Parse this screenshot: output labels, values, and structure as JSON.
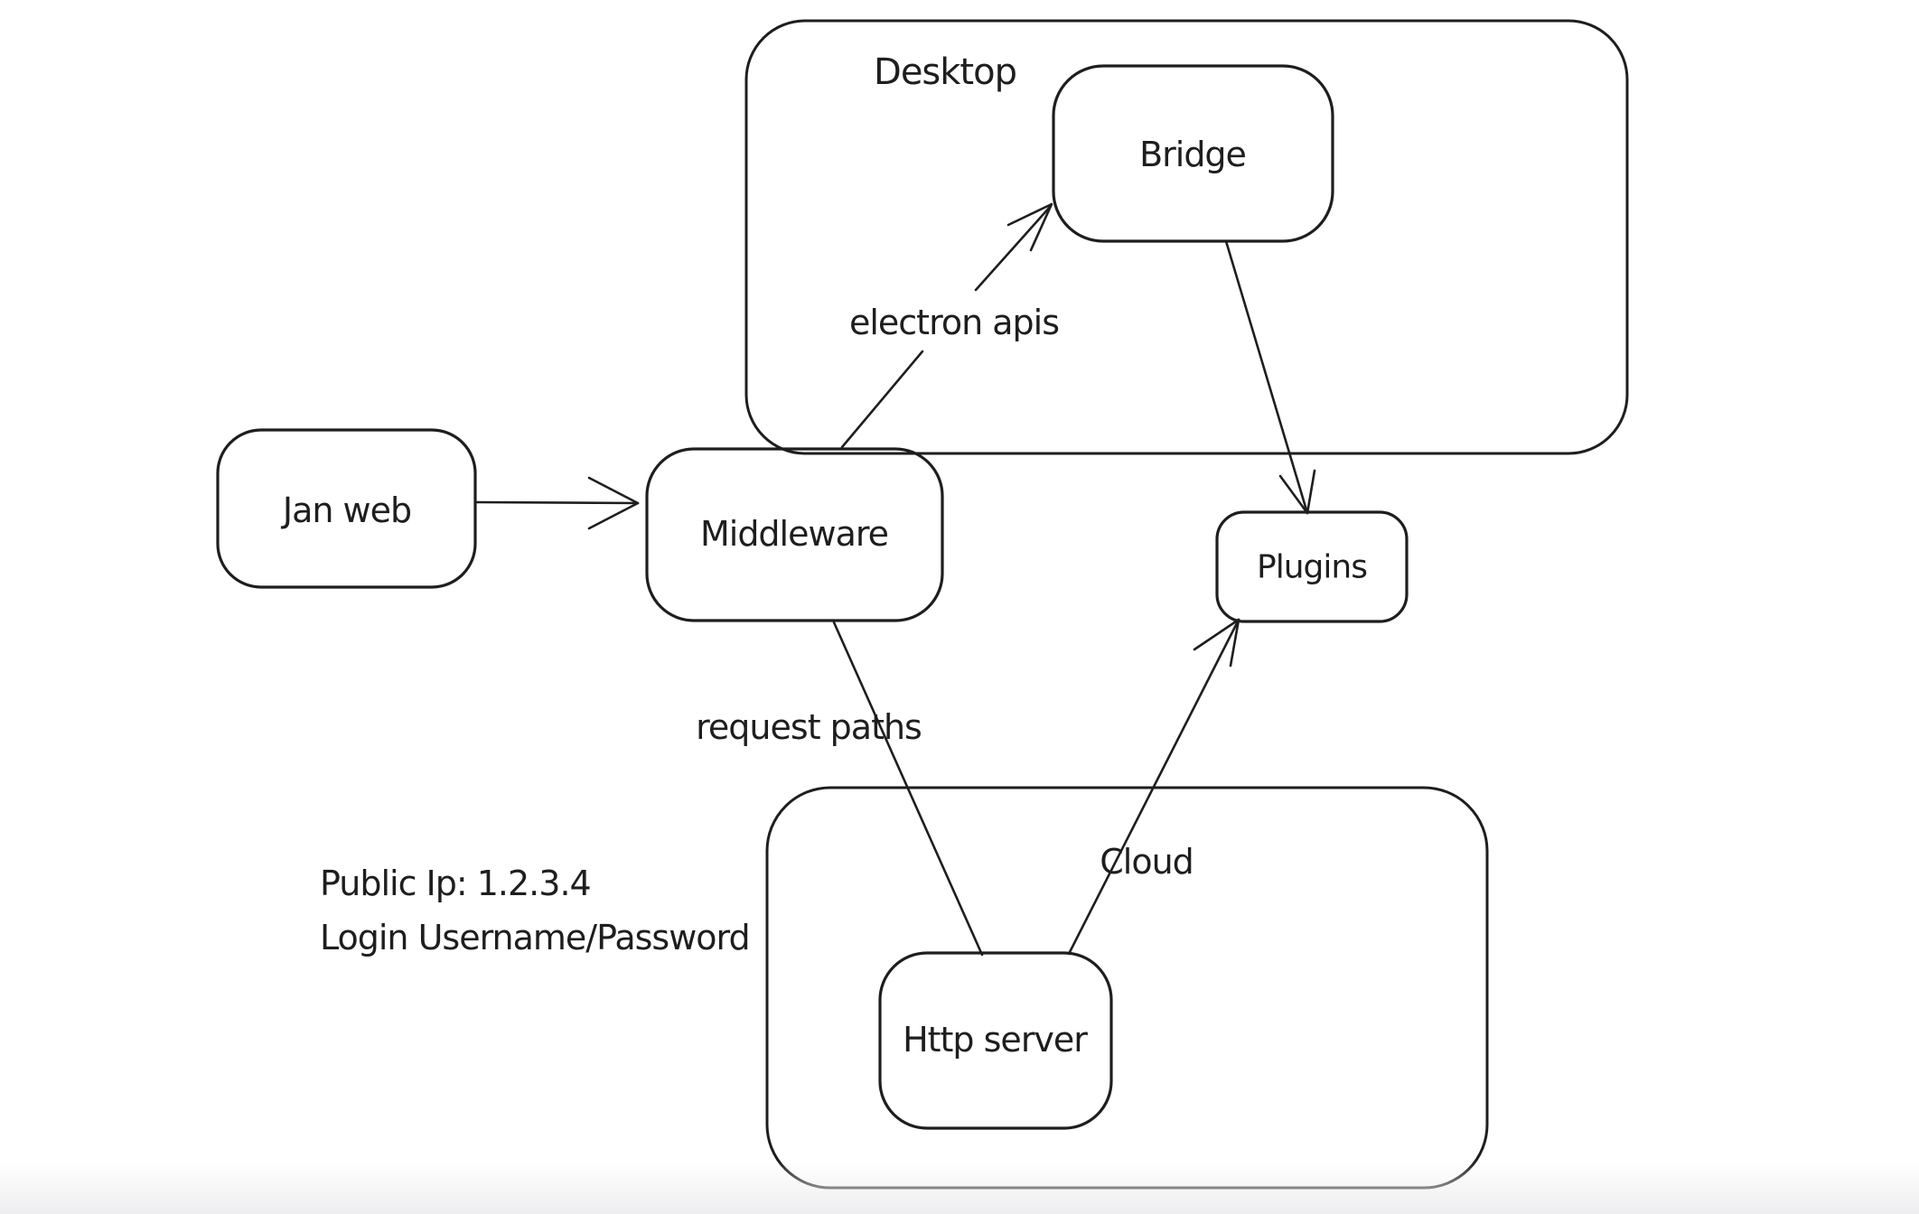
{
  "canvas": {
    "background_color": "#ffffff",
    "stroke_color": "#1e1e1e",
    "fade_color": "#eeeef0"
  },
  "nodes": {
    "desktop": {
      "label": "Desktop",
      "type": "container"
    },
    "cloud": {
      "label": "Cloud",
      "type": "container"
    },
    "jan_web": {
      "label": "Jan web",
      "type": "box"
    },
    "middleware": {
      "label": "Middleware",
      "type": "box"
    },
    "bridge": {
      "label": "Bridge",
      "type": "box"
    },
    "plugins": {
      "label": "Plugins",
      "type": "box"
    },
    "http_server": {
      "label": "Http server",
      "type": "box"
    }
  },
  "edges": {
    "jan_web_to_middleware": {
      "from": "jan_web",
      "to": "middleware",
      "label": "",
      "arrowhead": "open"
    },
    "middleware_to_bridge": {
      "from": "middleware",
      "to": "bridge",
      "label": "electron apis",
      "arrowhead": "open"
    },
    "bridge_to_plugins": {
      "from": "bridge",
      "to": "plugins",
      "label": "",
      "arrowhead": "open"
    },
    "middleware_to_http_server": {
      "from": "middleware",
      "to": "http_server",
      "label": "request paths",
      "arrowhead": "none"
    },
    "http_server_to_plugins": {
      "from": "http_server",
      "to": "plugins",
      "label": "",
      "arrowhead": "open"
    }
  },
  "annotations": {
    "public_ip": "Public Ip: 1.2.3.4",
    "login": "Login Username/Password"
  }
}
